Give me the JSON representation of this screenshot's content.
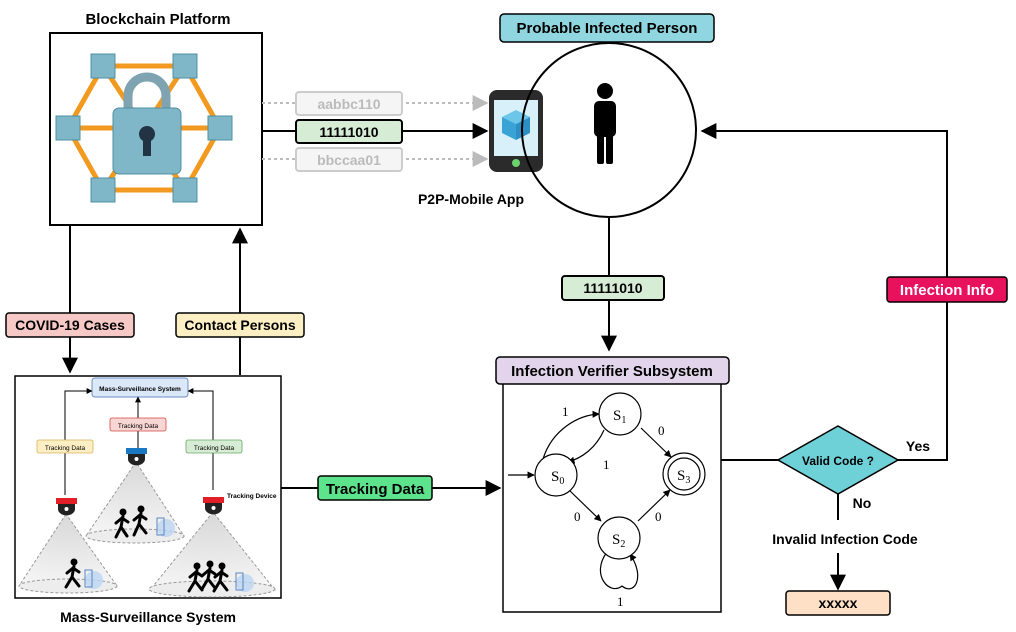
{
  "blockchain": {
    "title": "Blockchain Platform"
  },
  "codes": {
    "top": "aabbc110",
    "middle": "11111010",
    "bottom": "bbccaa01"
  },
  "mobile": {
    "label": "P2P-Mobile App"
  },
  "person": {
    "title": "Probable Infected Person"
  },
  "links": {
    "covid_cases": "COVID-19 Cases",
    "contact_persons": "Contact Persons",
    "tracking_data": "Tracking Data",
    "verified_code": "11111010",
    "infection_info": "Infection Info"
  },
  "surveillance": {
    "title": "Mass-Surveillance System",
    "hub": "Mass-Surveillance System",
    "tracking_left": "Tracking Data",
    "tracking_mid": "Tracking Data",
    "tracking_right": "Tracking Data",
    "device": "Tracking Device"
  },
  "verifier": {
    "title": "Infection Verifier Subsystem",
    "states": {
      "s0": "S",
      "s1": "S",
      "s2": "S",
      "s3": "S",
      "sub0": "0",
      "sub1": "1",
      "sub2": "2",
      "sub3": "3"
    },
    "edges": {
      "s0_s1": "1",
      "s1_s0": "1",
      "s1_s3": "0",
      "s0_s2": "0",
      "s2_s3": "0",
      "s2_loop": "1"
    }
  },
  "decision": {
    "label": "Valid Code ?",
    "yes": "Yes",
    "no": "No",
    "invalid": "Invalid Infection Code",
    "output": "xxxxx"
  },
  "colors": {
    "node_blue": "#7fb7c9",
    "net_orange": "#f29a1f",
    "person_title": "#8fd6e0",
    "code_green": "#d7ecd4",
    "tracking_green": "#5de38c",
    "verifier_title": "#e2d4ea",
    "covid_pink": "#f6c9c6",
    "contact_yellow": "#fdefc4",
    "infection_pink": "#e8115b",
    "diamond": "#6fd1d8",
    "output_peach": "#fde0c6"
  }
}
